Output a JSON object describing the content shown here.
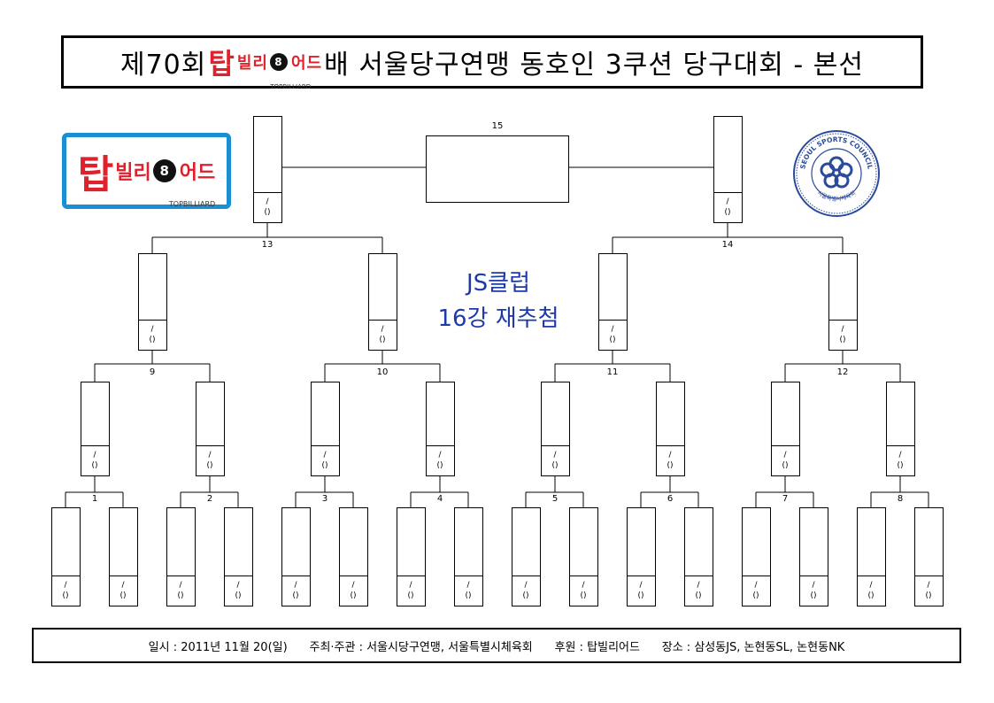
{
  "title": {
    "prefix": "제70회",
    "brand_tap": "탑",
    "brand_rest1": "빌리",
    "brand_ball": "8",
    "brand_rest2": "어드",
    "brand_sub": "TOPBILLIARD",
    "suffix": "배 서울당구연맹 동호인 3쿠션 당구대회 - 본선"
  },
  "logo_left": {
    "tap": "탑",
    "rest1": "빌리",
    "ball": "8",
    "rest2": "어드",
    "sub": "TOPBILLIARD"
  },
  "logo_right": {
    "top_text": "SEOUL SPORTS COUNCIL",
    "bottom_text": "서울특별시체육회",
    "color": "#2a4a9c"
  },
  "center_notice": {
    "line1": "JS클럽",
    "line2": "16강 재추첨"
  },
  "bracket": {
    "record_line1": "/",
    "record_line2": "()",
    "final_match_label": "15",
    "semifinal_labels": [
      "13",
      "14"
    ],
    "quarterfinal_labels": [
      "9",
      "10",
      "11",
      "12"
    ],
    "round16_labels": [
      "1",
      "2",
      "3",
      "4",
      "5",
      "6",
      "7",
      "8"
    ]
  },
  "footer": {
    "date": "일시 : 2011년 11월 20(일)",
    "host": "주최·주관 : 서울시당구연맹, 서울특별시체육회",
    "sponsor": "후원 : 탑빌리어드",
    "venue": "장소 : 삼성동JS, 논현동SL, 논현동NK"
  },
  "colors": {
    "brand_red": "#e0202a",
    "logo_border": "#1a8fd3",
    "notice_blue": "#1d3aa8"
  }
}
